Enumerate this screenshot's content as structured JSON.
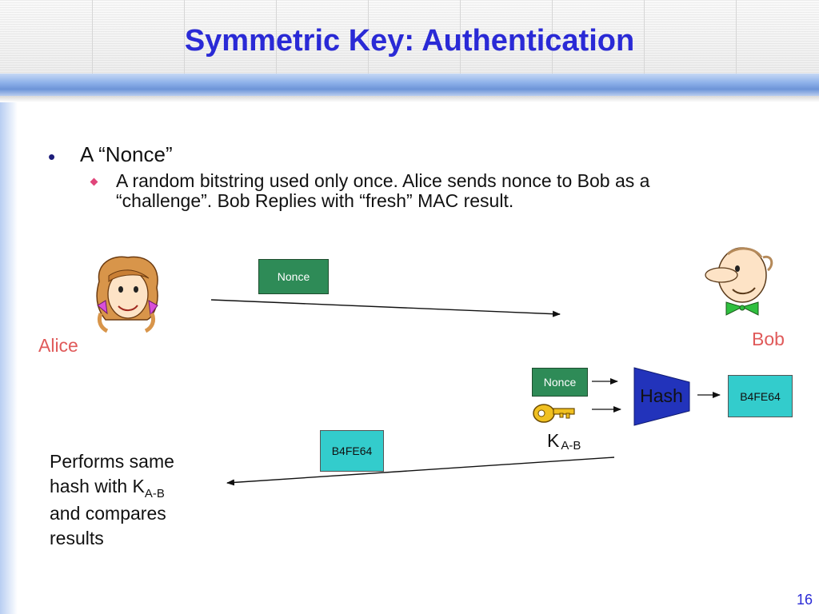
{
  "slide": {
    "title": "Symmetric Key: Authentication",
    "page_number": "16",
    "bullet_marker": "•",
    "bullet": "A “Nonce”",
    "sub_bullet": "A random bitstring used only once. Alice sends nonce to Bob as a “challenge”.  Bob Replies with “fresh” MAC result."
  },
  "diagram": {
    "alice_label": "Alice",
    "bob_label": "Bob",
    "nonce_box_top": "Nonce",
    "nonce_box_bob": "Nonce",
    "hash_label": "Hash",
    "hash_result": "B4FE64",
    "reply_box": "B4FE64",
    "key_label": "K",
    "key_subscript": "A-B",
    "alice_note_lines": [
      "Performs same",
      "hash with K",
      "A-B",
      "and compares",
      "results"
    ]
  },
  "colors": {
    "title": "#2a2ad6",
    "name_labels": "#e05a5a",
    "nonce_box": "#2e8b57",
    "result_box": "#33cccc",
    "hash_shape": "#2233bb",
    "key": "#f0c020"
  },
  "icons": [
    "alice-cartoon-icon",
    "bob-cartoon-icon",
    "key-icon"
  ]
}
